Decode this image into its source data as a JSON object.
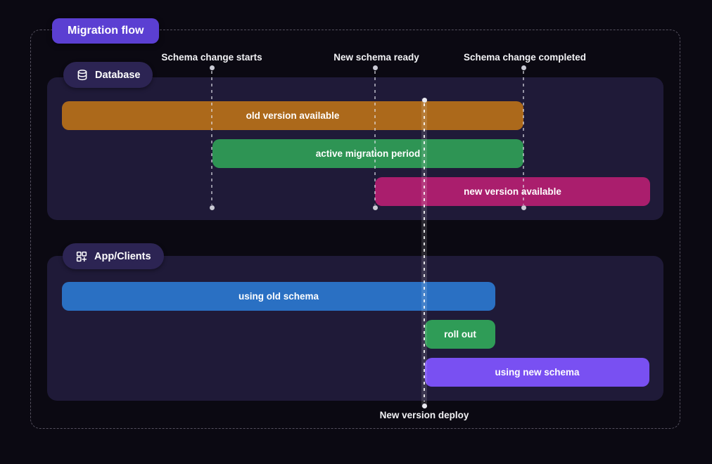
{
  "title": "Migration flow",
  "milestones": {
    "schema_change_starts": "Schema change starts",
    "new_schema_ready": "New schema ready",
    "schema_change_completed": "Schema change completed",
    "new_version_deploy": "New version deploy"
  },
  "lanes": {
    "database": {
      "label": "Database",
      "icon": "database-icon",
      "bars": {
        "old_version": "old version available",
        "active_migration": "active migration period",
        "new_version": "new version available"
      }
    },
    "app_clients": {
      "label": "App/Clients",
      "icon": "apps-icon",
      "bars": {
        "using_old": "using old schema",
        "roll_out": "roll out",
        "using_new": "using new schema"
      }
    }
  },
  "colors": {
    "background": "#0b0912",
    "lane_panel": "#1f1a38",
    "badge_bg": "#2c2453",
    "title_accent": "#5b3fd2",
    "bar_old_version": "#ac691b",
    "bar_active_migration": "#2e9454",
    "bar_new_version": "#aa1e6d",
    "bar_using_old": "#2a70c3",
    "bar_roll_out": "#2f9c57",
    "bar_using_new": "#7950f2",
    "milestone_line": "#c9c9d4"
  }
}
